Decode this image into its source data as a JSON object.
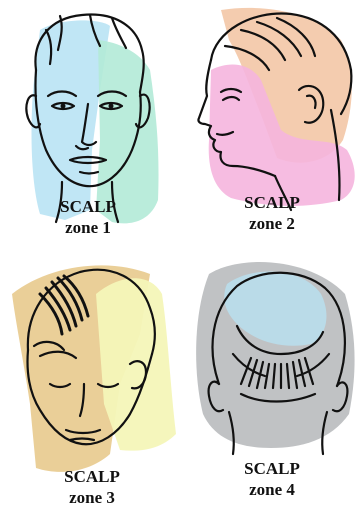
{
  "zones": [
    {
      "title": "SCALP",
      "subtitle": "zone 1",
      "view": "front",
      "highlight_colors": [
        "#b9e3f4",
        "#b3ead7"
      ]
    },
    {
      "title": "SCALP",
      "subtitle": "zone 2",
      "view": "side",
      "highlight_colors": [
        "#f3c7a6",
        "#f5b5de"
      ]
    },
    {
      "title": "SCALP",
      "subtitle": "zone 3",
      "view": "top-front",
      "highlight_colors": [
        "#e9cc92",
        "#f4f6b8"
      ]
    },
    {
      "title": "SCALP",
      "subtitle": "zone 4",
      "view": "back",
      "highlight_colors": [
        "#bdbfc1",
        "#b9dcea"
      ]
    }
  ]
}
